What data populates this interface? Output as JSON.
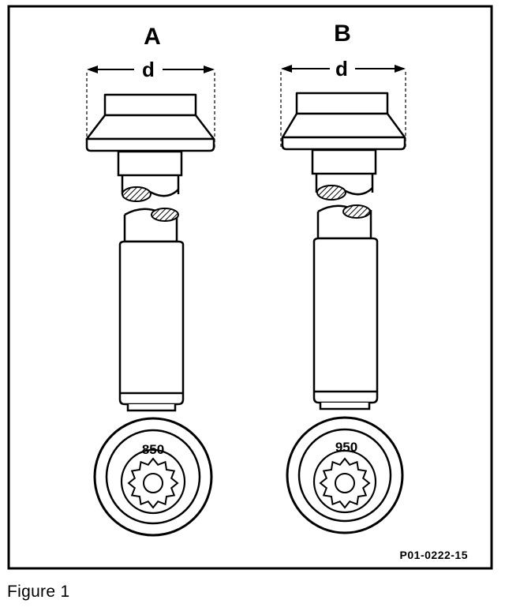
{
  "bolts": [
    {
      "label": "A",
      "dimension": "d",
      "marking": "850"
    },
    {
      "label": "B",
      "dimension": "d",
      "marking": "950"
    }
  ],
  "reference_code": "P01-0222-15",
  "caption": "Figure 1"
}
